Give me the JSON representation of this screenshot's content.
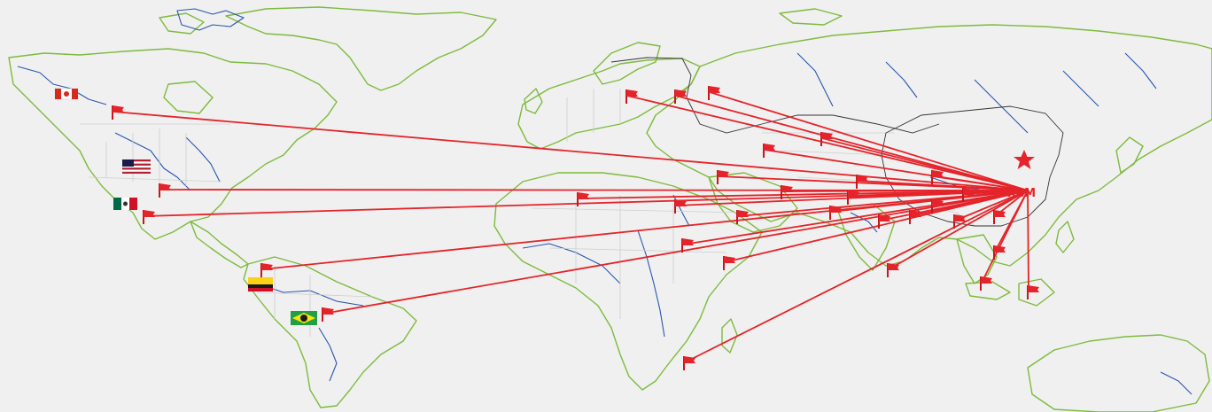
{
  "map": {
    "accent_color": "#e4242a",
    "land_outline_color": "#7dbb3c",
    "river_color": "#2a55b0",
    "hub_label": "XCM",
    "capital_marker": "star-icon",
    "country_flags": [
      {
        "id": "canada",
        "icon": "canada-flag-icon"
      },
      {
        "id": "usa",
        "icon": "usa-flag-icon"
      },
      {
        "id": "mexico",
        "icon": "mexico-flag-icon"
      },
      {
        "id": "colombia",
        "icon": "colombia-flag-icon"
      },
      {
        "id": "brazil",
        "icon": "brazil-flag-icon"
      }
    ],
    "destination_marker": "flag-icon",
    "destination_count": 32
  }
}
